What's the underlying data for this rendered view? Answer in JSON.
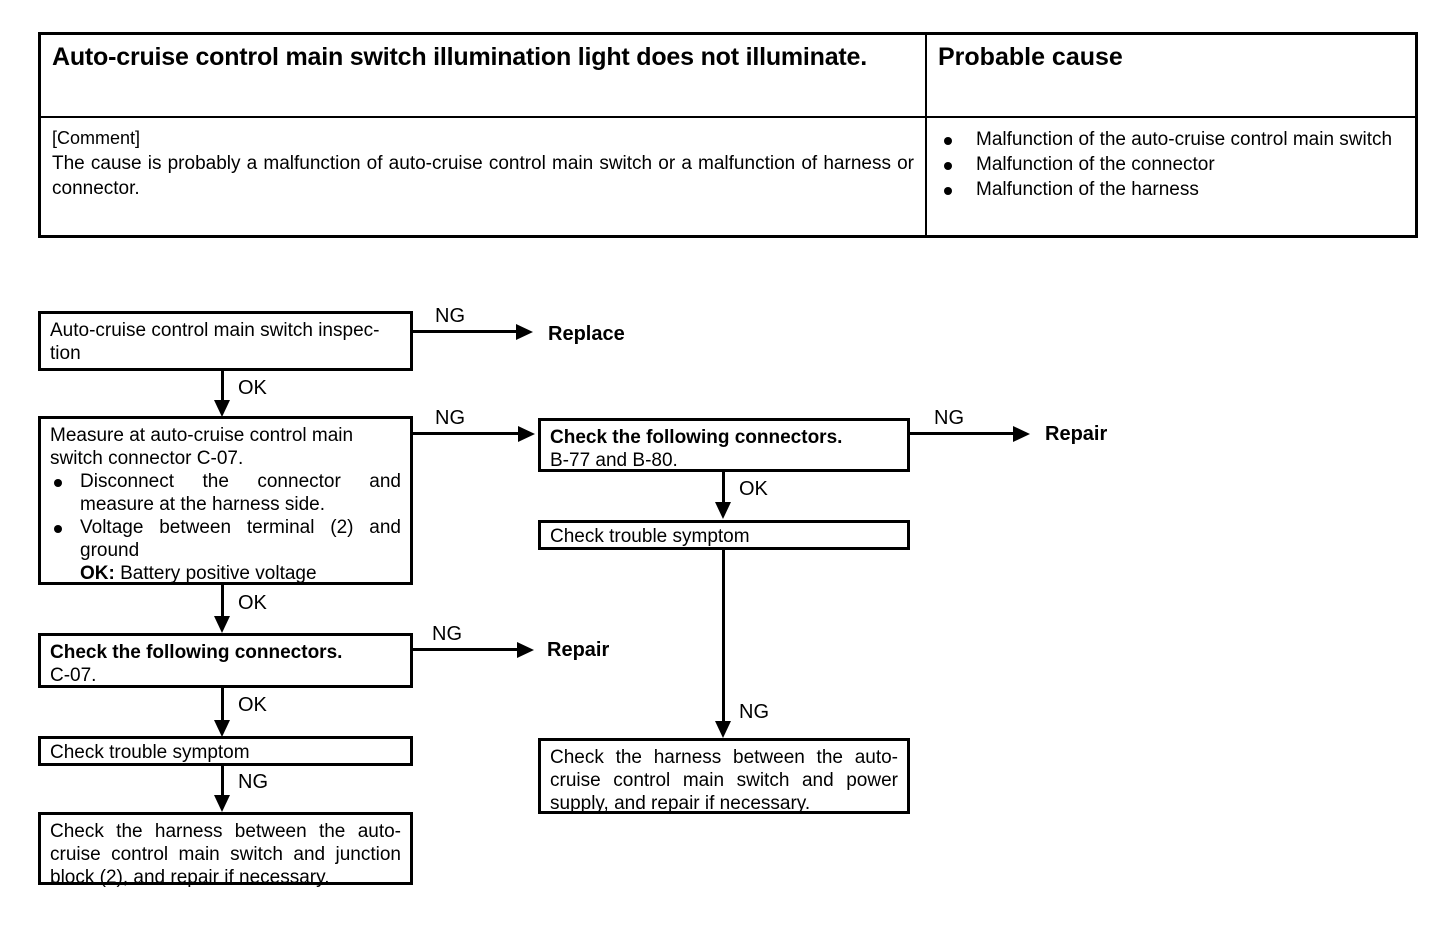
{
  "table": {
    "symptom_title": "Auto-cruise control main switch illumination light does not illuminate.",
    "cause_title": "Probable cause",
    "comment_label": "[Comment]",
    "comment_text": "The cause is probably a malfunction of auto-cruise control main switch or a malfunction of harness or connector.",
    "causes": [
      "Malfunction of the auto-cruise control main switch",
      "Malfunction of the connector",
      "Malfunction of the harness"
    ]
  },
  "flowchart": {
    "nodes": {
      "inspection": {
        "line1": "Auto-cruise control main switch inspec-",
        "line2": "tion"
      },
      "measure": {
        "line1": "Measure at auto-cruise control main",
        "line2": "switch connector C-07.",
        "bullet1": "Disconnect the connector and measure at the harness side.",
        "bullet2": "Voltage between terminal (2) and ground",
        "sub_ok_label": "OK:",
        "sub_ok_value": "Battery positive voltage"
      },
      "check_connectors_left": {
        "line1": "Check the following connectors.",
        "line2": "C-07."
      },
      "check_symptom_left": {
        "line1": "Check trouble symptom"
      },
      "harness_left": {
        "text": "Check the harness between the auto-cruise control main switch and junction block (2), and repair if necessary."
      },
      "check_connectors_right": {
        "line1": "Check the following connectors.",
        "line2": "B-77 and B-80."
      },
      "check_symptom_right": {
        "line1": "Check trouble symptom"
      },
      "harness_right": {
        "text": "Check the harness between the auto-cruise control main switch and power supply, and repair if necessary."
      }
    },
    "terminals": {
      "replace": "Replace",
      "repair_right_top": "Repair",
      "repair_left": "Repair"
    },
    "edge_labels": {
      "ng_inspection": "NG",
      "ok_inspection": "OK",
      "ng_measure": "NG",
      "ok_measure": "OK",
      "ng_connectors_right": "NG",
      "ok_connectors_right": "OK",
      "ng_symptom_right": "NG",
      "ng_connectors_left": "NG",
      "ok_connectors_left": "OK",
      "ng_symptom_left": "NG"
    }
  }
}
